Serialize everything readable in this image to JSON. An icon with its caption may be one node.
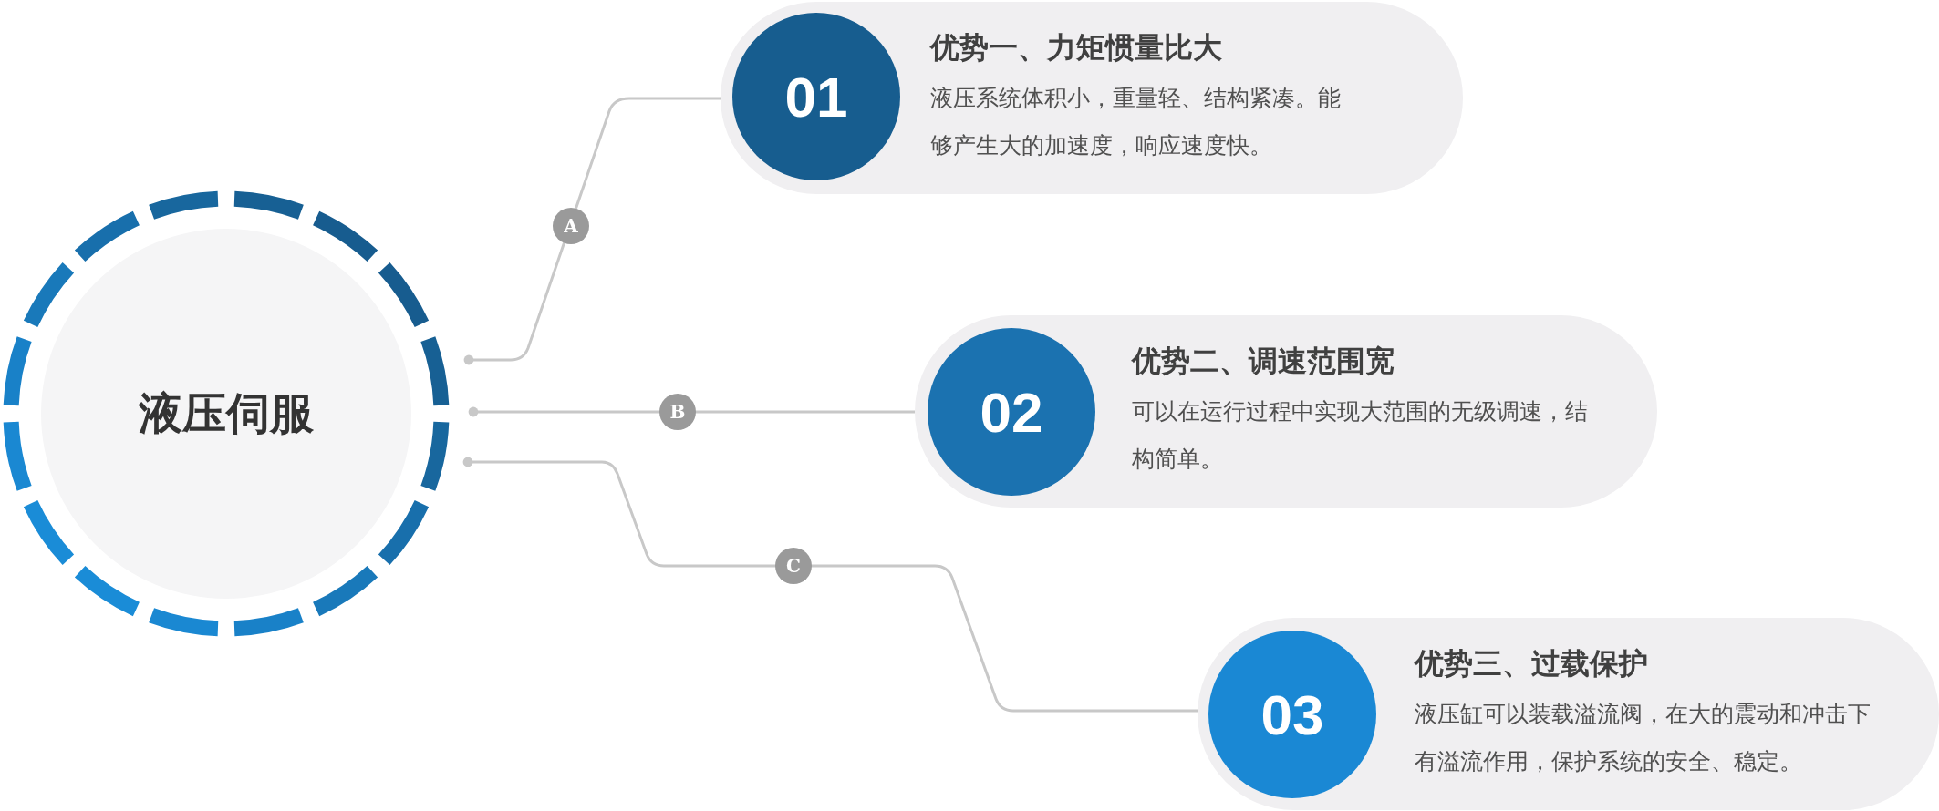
{
  "diagram": {
    "nodes": [
      {
        "text": [
          "液压伺服"
        ]
      },
      {
        "text": [
          "优势一、力矩惯量比大",
          "液压系统体积小，重量轻、结构紧凑。能够产生大的加速度，响应速度快。"
        ]
      },
      {
        "text": [
          "01"
        ],
        "in": 1
      },
      {
        "text": [
          "优势二、调速范围宽",
          "可以在运行过程中实现大范围的无级调速，结构简单。"
        ]
      },
      {
        "text": [
          "02"
        ],
        "in": 3
      },
      {
        "text": [
          "优势三、过载保护",
          "液压缸可以装载溢流阀，在大的震动和冲击下有溢流作用，保护系统的安全、稳定。"
        ]
      },
      {
        "text": [
          "03"
        ],
        "in": 5
      }
    ],
    "edges": [
      {
        "from": 0,
        "to": 1,
        "arrow": "other",
        "label": "A"
      },
      {
        "from": 0,
        "to": 3,
        "arrow": "other",
        "label": "B"
      },
      {
        "from": 0,
        "to": 5,
        "arrow": "other",
        "label": "C"
      }
    ]
  }
}
